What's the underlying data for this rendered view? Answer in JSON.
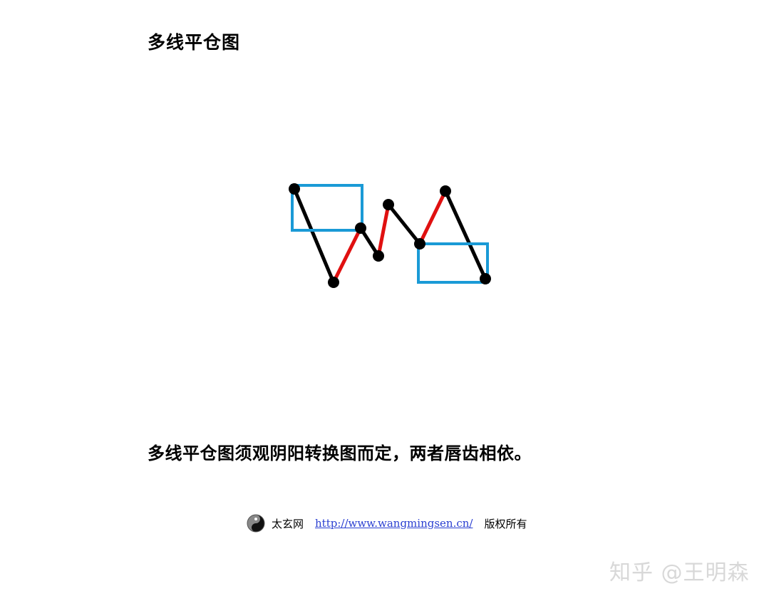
{
  "title": "多线平仓图",
  "caption": "多线平仓图须观阴阳转换图而定，两者唇齿相依。",
  "footer": {
    "logo_icon": "yin-yang-logo-icon",
    "site_name": "太玄网",
    "url": "http://www.wangmingsen.cn/",
    "rights": "版权所有"
  },
  "watermark": "知乎 @王明森",
  "colors": {
    "line_black": "#000000",
    "line_red": "#e01010",
    "box_blue": "#1a9ad6",
    "link_blue": "#2a3fd1"
  },
  "diagram": {
    "points": [
      {
        "id": "p1"
      },
      {
        "id": "p2"
      },
      {
        "id": "p3"
      },
      {
        "id": "p4"
      },
      {
        "id": "p5"
      },
      {
        "id": "p6"
      },
      {
        "id": "p7"
      },
      {
        "id": "p8"
      }
    ],
    "segments": [
      {
        "from": "p1",
        "to": "p2",
        "color": "black"
      },
      {
        "from": "p2",
        "to": "p3",
        "color": "red"
      },
      {
        "from": "p3",
        "to": "p4",
        "color": "black"
      },
      {
        "from": "p4",
        "to": "p5",
        "color": "red"
      },
      {
        "from": "p5",
        "to": "p6",
        "color": "black"
      },
      {
        "from": "p6",
        "to": "p7",
        "color": "red"
      },
      {
        "from": "p7",
        "to": "p8",
        "color": "black"
      }
    ],
    "highlight_boxes": 2
  }
}
